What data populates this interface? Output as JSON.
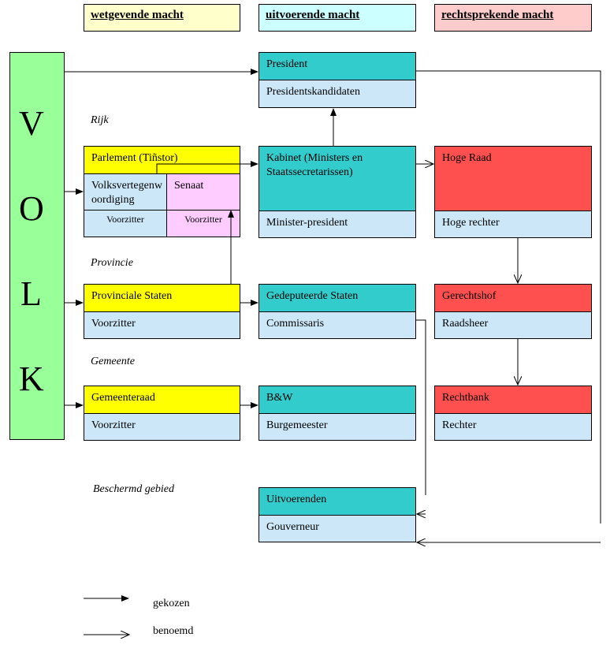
{
  "headers": {
    "legislative": "wetgevende macht",
    "executive": "uitvoerende macht",
    "judicial": "rechtsprekende macht"
  },
  "volk": {
    "letters": [
      "V",
      "O",
      "L",
      "K"
    ]
  },
  "levels": {
    "rijk": "Rijk",
    "provincie": "Provincie",
    "gemeente": "Gemeente",
    "beschermd": "Beschermd gebied"
  },
  "boxes": {
    "president": "President",
    "presidentskandidaten": "Presidentskandidaten",
    "parlement": "Parlement (Tiñstor)",
    "volksvertegenwoordiging": "Volksvertegenwoordiging",
    "senaat": "Senaat",
    "voorzitter_volks": "Voorzitter",
    "voorzitter_senaat": "Voorzitter",
    "kabinet": "Kabinet (Ministers en Staatssecretarissen)",
    "minister_president": "Minister-president",
    "hoge_raad": "Hoge Raad",
    "hoge_rechter": "Hoge rechter",
    "provinciale_staten": "Provinciale Staten",
    "voorzitter_prov": "Voorzitter",
    "gedeputeerde_staten": "Gedeputeerde Staten",
    "commissaris": "Commissaris",
    "gerechtshof": "Gerechtshof",
    "raadsheer": "Raadsheer",
    "gemeenteraad": "Gemeenteraad",
    "voorzitter_gem": "Voorzitter",
    "bw": "B&W",
    "burgemeester": "Burgemeester",
    "rechtbank": "Rechtbank",
    "rechter": "Rechter",
    "uitvoerenden": "Uitvoerenden",
    "gouverneur": "Gouverneur"
  },
  "legend": {
    "elected": "gekozen",
    "appointed": "benoemd"
  }
}
